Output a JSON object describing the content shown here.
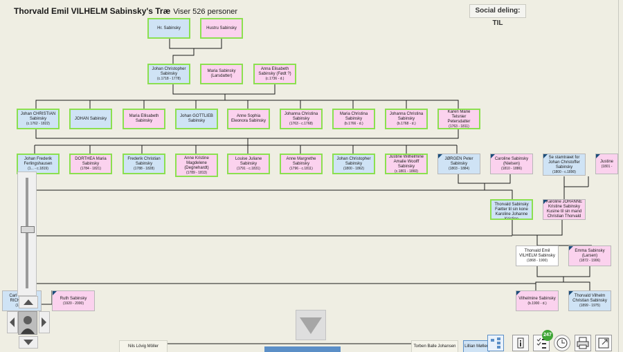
{
  "app": {
    "title": "Thorvald Emil VILHELM Sabinsky's Træ",
    "count_label": "Viser 526 personer",
    "share_label": "Social deling: TIL"
  },
  "gen1": [
    {
      "name": "Hr. Sabinsky",
      "dates": ""
    },
    {
      "name": "Hustru Sabinsky",
      "dates": ""
    }
  ],
  "gen2": [
    {
      "name": "Johan Christopher Sabinsky",
      "dates": "(c.1718 - 1778)"
    },
    {
      "name": "Maria Sabinsky (Larsdatter)",
      "dates": ""
    },
    {
      "name": "Anna Elisabeth Sabinsky (Født ?)",
      "dates": "(c.1736 - d.)"
    }
  ],
  "gen3": [
    {
      "name": "Johan CHRISTIAN Sabinsky",
      "dates": "(c.1762 - 1822)"
    },
    {
      "name": "JOHAN Sabinsky",
      "dates": ""
    },
    {
      "name": "Maria Ellisabeth Sabinsky",
      "dates": ""
    },
    {
      "name": "Johan GOTTLIEB Sabinsky",
      "dates": ""
    },
    {
      "name": "Anne Sophia Eleonora Sabinsky",
      "dates": ""
    },
    {
      "name": "Johanna Christina Sabinsky",
      "dates": "(1763 - c.1768)"
    },
    {
      "name": "Maria Christina Sabinsky",
      "dates": "(b.1766 - d.)"
    },
    {
      "name": "Johanna Christina Sabinsky",
      "dates": "(b.1768 - d.)"
    },
    {
      "name": "Karen Marie Telsnier Petersdatter",
      "dates": "(1763 - 1811)"
    }
  ],
  "gen4": [
    {
      "name": "Johan Frederik Ferlingshausen",
      "dates": "(1... - c.1819)"
    },
    {
      "name": "DORTHEA Maria Sabinsky",
      "dates": "(1784 - 1821)"
    },
    {
      "name": "Frederik Christian Sabinsky",
      "dates": "(1788 - 1828)"
    },
    {
      "name": "Anne Kristine Magdelene (Degnehardt)",
      "dates": "(1789 - 1813)"
    },
    {
      "name": "Louise Juliane Sabinsky",
      "dates": "(1791 - c.1831)"
    },
    {
      "name": "Anne Margrethe Sabinsky",
      "dates": "(1796 - c.1811)"
    },
    {
      "name": "Johan Christopher Sabinsky",
      "dates": "(1800 - 1862)"
    },
    {
      "name": "Justine Wilhelmine Amalie Woolff Sabinsky",
      "dates": "(c.1801 - 1860)"
    },
    {
      "name": "JØRGEN Peter Sabinsky",
      "dates": "(1803 - 1884)"
    },
    {
      "name": "Caroline Sabinsky (Nielsen)",
      "dates": "(1810 - 1886)"
    },
    {
      "name": "Se stamtræet for Johan Christoffer Sabinsky",
      "dates": "(1800 - c.1890)"
    },
    {
      "name": "Justine",
      "dates": "(1801 -"
    }
  ],
  "gen5": [
    {
      "name": "CHRISTIAN Thorvald Sabinsky Fætter til sin kone Karoline Johanne Kristine",
      "dates": ""
    },
    {
      "name": "Karoline JOHANNE Kristine Sabinsky Kusine til sin mand Christian Thorvald",
      "dates": ""
    }
  ],
  "gen6": [
    {
      "name": "Thorvald Emil VILHELM Sabinsky",
      "dates": "(1868 - 1900)"
    },
    {
      "name": "Emma Sabinsky (Larsen)",
      "dates": "(1872 - 1906)"
    }
  ],
  "gen7": [
    {
      "name": "Vilhelmine Sabinsky",
      "dates": "(b.1900 - d.)"
    },
    {
      "name": "Thorvald Vilhelm Christian Sabinsky",
      "dates": "(1899 - 1975)"
    }
  ],
  "left": [
    {
      "name": "Carl Christian RICHARD ...",
      "dates": "(1916 ..."
    },
    {
      "name": "Ruth Sabinsky",
      "dates": "(1920 - 2000)"
    }
  ],
  "bottom": {
    "person_left": "Nils Lövig Möller",
    "person_mid": "Torben Balle Johansen",
    "person_right": "Lillian Møller"
  },
  "toolbar": {
    "badge": "247"
  }
}
